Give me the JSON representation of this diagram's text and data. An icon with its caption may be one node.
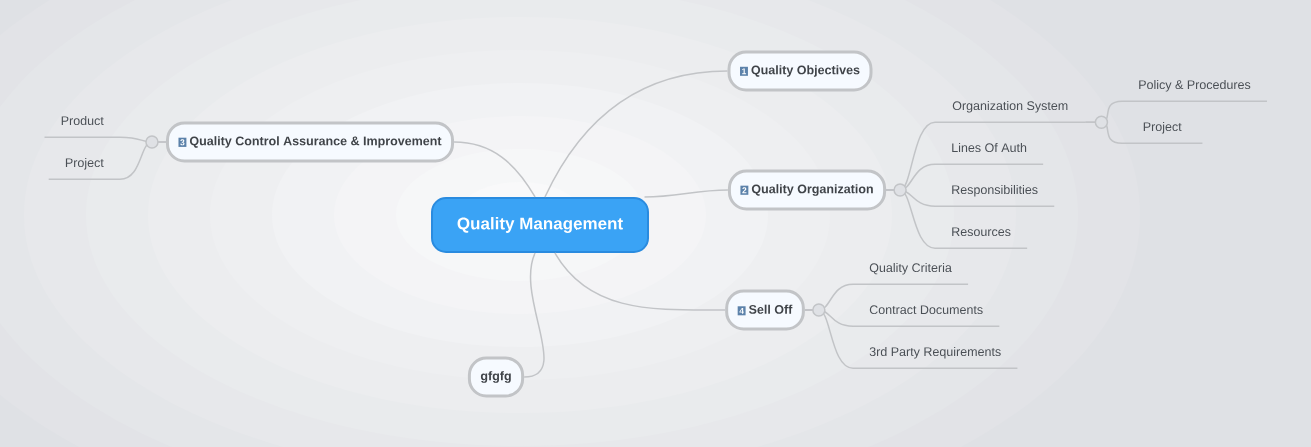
{
  "diagram": {
    "nodes": [
      {
        "text": [
          "Quality Management"
        ]
      },
      {
        "text": [
          "1",
          "Quality Objectives"
        ]
      },
      {
        "text": [
          "2",
          "Quality Organization"
        ]
      },
      {
        "text": [
          "Organization System"
        ]
      },
      {
        "text": [
          "Policy & Procedures"
        ]
      },
      {
        "text": [
          "Project"
        ]
      },
      {
        "text": [
          "Lines Of Auth"
        ]
      },
      {
        "text": [
          "Responsibilities"
        ]
      },
      {
        "text": [
          "Resources"
        ]
      },
      {
        "text": [
          "3",
          "Quality Control Assurance & Improvement"
        ]
      },
      {
        "text": [
          "Product"
        ]
      },
      {
        "text": [
          "Project"
        ]
      },
      {
        "text": [
          "4",
          "Sell Off"
        ]
      },
      {
        "text": [
          "Quality Criteria"
        ]
      },
      {
        "text": [
          "Contract Documents"
        ]
      },
      {
        "text": [
          "3rd Party Requirements"
        ]
      },
      {
        "text": [
          "gfgfg"
        ]
      }
    ],
    "edges": [
      {
        "from": 0,
        "to": 1,
        "arrow": "none"
      },
      {
        "from": 0,
        "to": 2,
        "arrow": "none"
      },
      {
        "from": 2,
        "to": 3,
        "arrow": "none"
      },
      {
        "from": 3,
        "to": 4,
        "arrow": "none"
      },
      {
        "from": 3,
        "to": 5,
        "arrow": "none"
      },
      {
        "from": 2,
        "to": 6,
        "arrow": "none"
      },
      {
        "from": 2,
        "to": 7,
        "arrow": "none"
      },
      {
        "from": 2,
        "to": 8,
        "arrow": "none"
      },
      {
        "from": 0,
        "to": 9,
        "arrow": "none"
      },
      {
        "from": 9,
        "to": 10,
        "arrow": "none"
      },
      {
        "from": 9,
        "to": 11,
        "arrow": "none"
      },
      {
        "from": 0,
        "to": 12,
        "arrow": "none"
      },
      {
        "from": 12,
        "to": 13,
        "arrow": "none"
      },
      {
        "from": 12,
        "to": 14,
        "arrow": "none"
      },
      {
        "from": 12,
        "to": 15,
        "arrow": "none"
      },
      {
        "from": 0,
        "to": 16,
        "arrow": "none"
      }
    ]
  }
}
